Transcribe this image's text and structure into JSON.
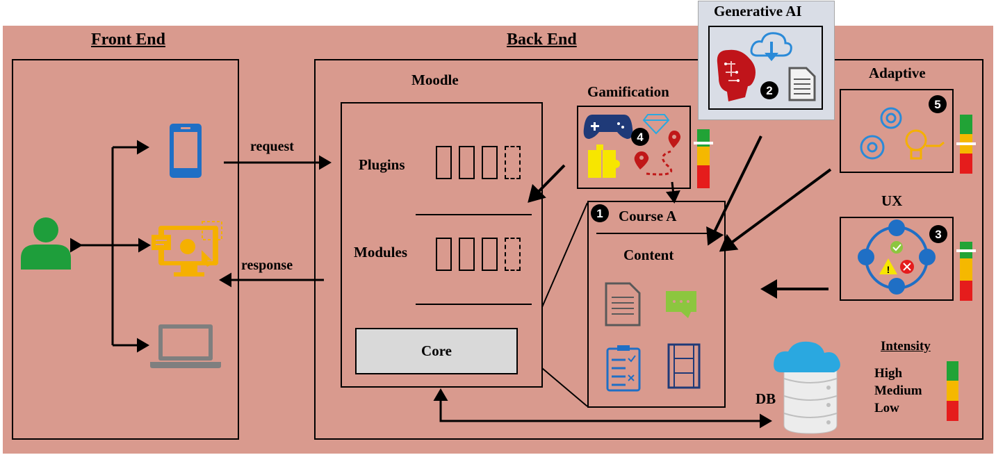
{
  "front_end": {
    "title": "Front End"
  },
  "back_end": {
    "title": "Back End"
  },
  "arrows": {
    "request": "request",
    "response": "response"
  },
  "moodle": {
    "title": "Moodle",
    "plugins": "Plugins",
    "modules": "Modules",
    "core": "Core"
  },
  "gamification": {
    "title": "Gamification",
    "badge": "4"
  },
  "generative_ai": {
    "title": "Generative AI",
    "badge": "2"
  },
  "adaptive": {
    "title": "Adaptive",
    "badge": "5"
  },
  "ux": {
    "title": "UX",
    "badge": "3"
  },
  "course": {
    "badge": "1",
    "title": "Course A",
    "content": "Content"
  },
  "db": {
    "label": "DB"
  },
  "intensity": {
    "title": "Intensity",
    "high": "High",
    "medium": "Medium",
    "low": "Low"
  },
  "colors": {
    "high": "#21a336",
    "medium": "#f5b800",
    "low": "#e51c1c",
    "background": "#d99a8e"
  }
}
